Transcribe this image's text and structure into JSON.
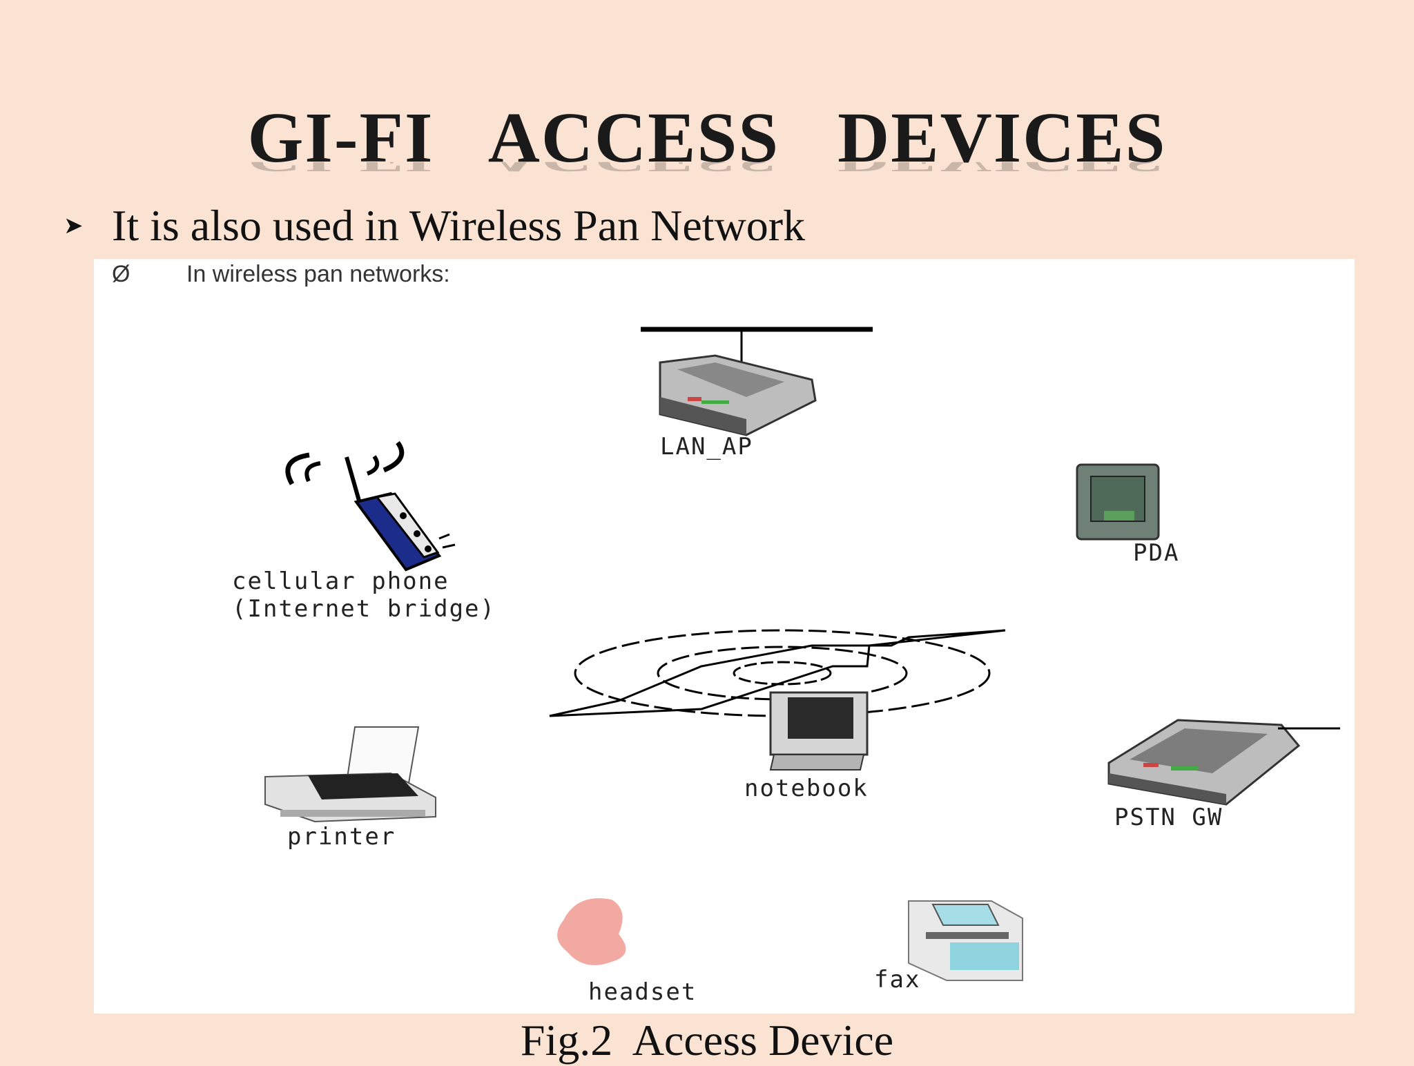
{
  "slide": {
    "title": "GI-FI   ACCESS   DEVICES",
    "bullet_icon": "arrow-bullet-icon",
    "bullet_text": "It is also used in Wireless Pan Network",
    "caption": "Fig.2  Access Device"
  },
  "figure": {
    "header_symbol": "Ø",
    "header_text": "In wireless pan networks:",
    "nodes": {
      "lan_ap": "LAN_AP",
      "pda": "PDA",
      "cell_line1": "cellular phone",
      "cell_line2": "(Internet bridge)",
      "notebook": "notebook",
      "printer": "printer",
      "pstn": "PSTN GW",
      "headset": "headset",
      "fax": "fax"
    }
  }
}
